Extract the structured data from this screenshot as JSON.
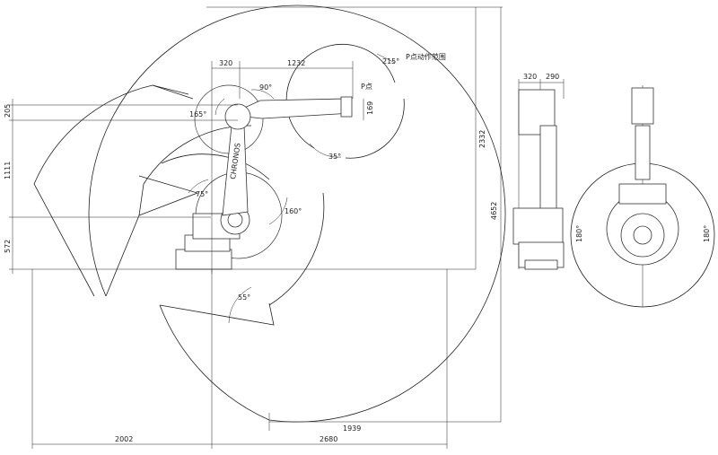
{
  "dimensions": {
    "top_320": "320",
    "top_1232": "1232",
    "angle_215": "215°",
    "p_point_label": "P点",
    "p_range_label": "P点动作范围",
    "dim_169": "169",
    "angle_90": "90°",
    "angle_165": "165°",
    "angle_35": "35°",
    "left_205": "205",
    "left_1111": "1111",
    "left_572": "572",
    "angle_75": "75°",
    "angle_160": "160°",
    "angle_55": "55°",
    "right_2332": "2332",
    "right_4652": "4652",
    "bottom_1939": "1939",
    "bottom_2002": "2002",
    "bottom_2680": "2680",
    "side_320": "320",
    "side_290": "290",
    "plan_180_left": "180°",
    "plan_180_right": "180°"
  }
}
